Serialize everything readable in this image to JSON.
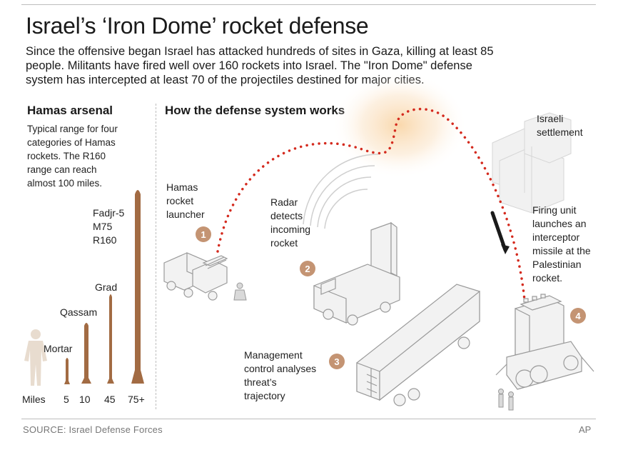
{
  "title": "Israel’s ‘Iron Dome’ rocket defense",
  "intro": [
    "Since the offensive began Israel has attacked hundreds of sites in Gaza, killing at least 85",
    "people. Militants have fired well over 160 rockets into Israel. The \"Iron Dome\" defense",
    "system has intercepted at least 70 of the projectiles destined for major cities."
  ],
  "arsenal": {
    "heading": "Hamas arsenal",
    "description": [
      "Typical range for four",
      "categories of Hamas",
      "rockets. The R160",
      "range can reach",
      "almost 100 miles."
    ],
    "axis_label": "Miles",
    "rockets": [
      {
        "label": "Mortar",
        "range": "5"
      },
      {
        "label": "Qassam",
        "range": "10"
      },
      {
        "label": "Grad",
        "range": "45"
      },
      {
        "label": [
          "Fadjr-5",
          "M75",
          "R160"
        ],
        "range": "75+"
      }
    ],
    "colors": {
      "rocket": "#a26b43",
      "person": "#e8dccf"
    }
  },
  "defense": {
    "heading": "How the defense system works",
    "steps": [
      {
        "number": "1",
        "text": [
          "Hamas",
          "rocket",
          "launcher"
        ]
      },
      {
        "number": "2",
        "text": [
          "Radar",
          "detects",
          "incoming",
          "rocket"
        ]
      },
      {
        "number": "3",
        "text": [
          "Management",
          "control analyses",
          "threat’s",
          "trajectory"
        ]
      },
      {
        "number": "4",
        "text": [
          "Firing unit",
          "launches an",
          "interceptor",
          "missile at the",
          "Palestinian",
          "rocket."
        ]
      }
    ],
    "settlement_label": [
      "Israeli",
      "settlement"
    ],
    "colors": {
      "trajectory": "#d42a1e",
      "badge": "#c49473",
      "glow": "#fbe3c4"
    }
  },
  "source": "SOURCE: Israel Defense Forces",
  "credit": "AP"
}
